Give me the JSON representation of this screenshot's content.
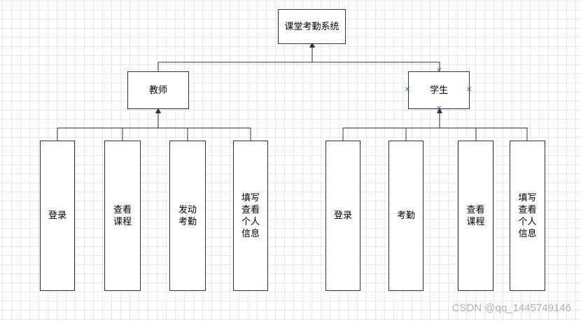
{
  "diagram": {
    "root": {
      "label": "课堂考勤系统"
    },
    "branches": [
      {
        "label": "教师",
        "children": [
          "登录",
          "查看课程",
          "发动考勤",
          "填写查看个人信息"
        ]
      },
      {
        "label": "学生",
        "children": [
          "登录",
          "考勤",
          "查看课程",
          "填写查看个人信息"
        ]
      }
    ]
  },
  "watermark": "CSDN @qq_1445749146"
}
